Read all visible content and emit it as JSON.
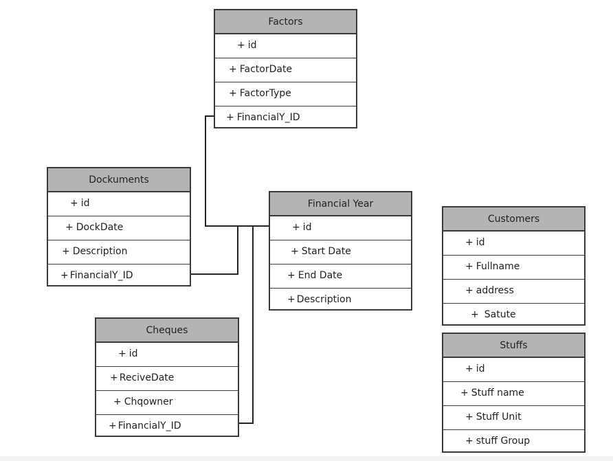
{
  "tables": {
    "factors": {
      "title": "Factors",
      "fields": [
        "id",
        "FactorDate",
        "FactorType",
        "FinancialY_ID"
      ]
    },
    "dockuments": {
      "title": "Dockuments",
      "fields": [
        "id",
        "DockDate",
        "Description",
        "FinancialY_ID"
      ]
    },
    "financial_year": {
      "title": "Financial Year",
      "fields": [
        "id",
        "Start Date",
        "End Date",
        "Description"
      ]
    },
    "cheques": {
      "title": "Cheques",
      "fields": [
        "id",
        "ReciveDate",
        "Chqowner",
        "FinancialY_ID"
      ]
    },
    "customers": {
      "title": "Customers",
      "fields": [
        "id",
        "Fullname",
        "address",
        "Satute"
      ]
    },
    "stuffs": {
      "title": "Stuffs",
      "fields": [
        "id",
        "Stuff name",
        "Stuff Unit",
        "stuff Group"
      ]
    }
  },
  "field_prefix": "+",
  "colors": {
    "header_fill": "#b4b4b4",
    "border": "#3a3a3a",
    "connector": "#222222"
  }
}
